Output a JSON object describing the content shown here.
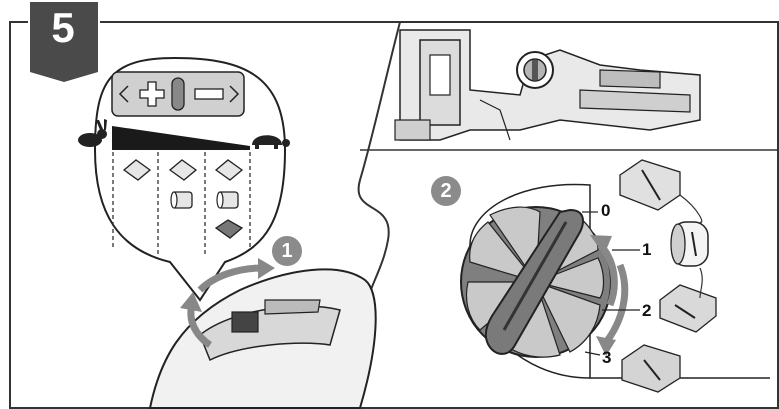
{
  "step": {
    "number": "5"
  },
  "callouts": [
    {
      "id": "1",
      "label": "1"
    },
    {
      "id": "2",
      "label": "2"
    }
  ],
  "dial": {
    "positions": [
      "0",
      "1",
      "2",
      "3"
    ]
  },
  "speed_panel": {
    "icons": [
      "chevron-left-icon",
      "plus-icon",
      "scroll-wheel-icon",
      "minus-icon",
      "chevron-right-icon"
    ]
  },
  "colors": {
    "badge": "#4a4a4a",
    "callout": "#8b8b8b",
    "outline": "#222222",
    "fill_gray": "#c8c8c8"
  }
}
